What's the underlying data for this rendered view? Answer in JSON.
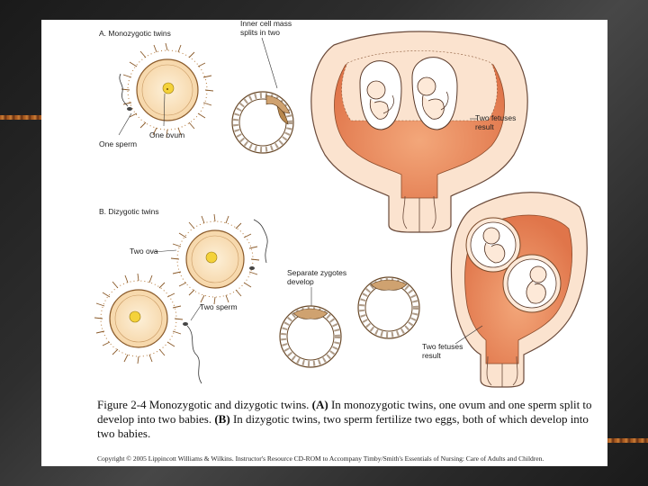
{
  "figure": {
    "section_a_title": "A. Monozygotic twins",
    "section_b_title": "B. Dizygotic twins",
    "labels": {
      "inner_cell_mass_1": "Inner cell mass",
      "inner_cell_mass_2": "splits in two",
      "one_ovum": "One ovum",
      "one_sperm": "One sperm",
      "two_fetuses_result_a_1": "Two fetuses",
      "two_fetuses_result_a_2": "result",
      "two_ova": "Two ova",
      "separate_zygotes_1": "Separate zygotes",
      "separate_zygotes_2": "develop",
      "two_sperm": "Two sperm",
      "two_fetuses_result_b_1": "Two fetuses",
      "two_fetuses_result_b_2": "result"
    }
  },
  "caption": {
    "figure_label": "Figure 2-4 Monozygotic and dizygotic twins.",
    "marker_a": "(A)",
    "text_a": " In monozygotic twins, one ovum and one sperm split to develop into two babies. ",
    "marker_b": "(B)",
    "text_b": " In dizygotic twins, two sperm fertilize two eggs, both of which develop into two babies."
  },
  "copyright": "Copyright © 2005 Lippincott Williams & Wilkins. Instructor's Resource CD-ROM to Accompany Timby/Smith's Essentials of Nursing: Care of Adults and Children.",
  "colors": {
    "ovum_fill": "#fbe5c4",
    "nucleus": "#f4d23a",
    "uterus_wall": "#fbe3cf",
    "uterine_cavity": "#e88a5a",
    "embryo_sac": "#ffffff"
  }
}
